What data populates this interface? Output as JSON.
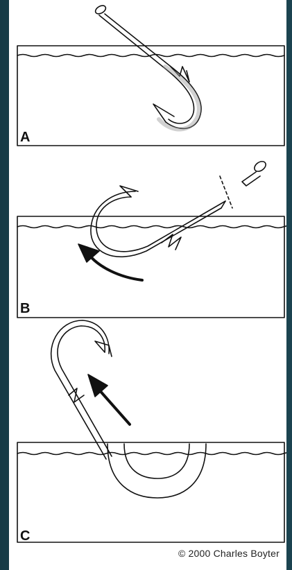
{
  "figure": {
    "steps": [
      {
        "label": "A"
      },
      {
        "label": "B"
      },
      {
        "label": "C"
      }
    ],
    "credit": "© 2000 Charles Boyter"
  },
  "colors": {
    "background": "#1f4a57",
    "panel": "#ffffff",
    "line": "#111111"
  },
  "icons": [
    "fish-hook-icon",
    "arrow-icon",
    "cut-line-icon"
  ]
}
